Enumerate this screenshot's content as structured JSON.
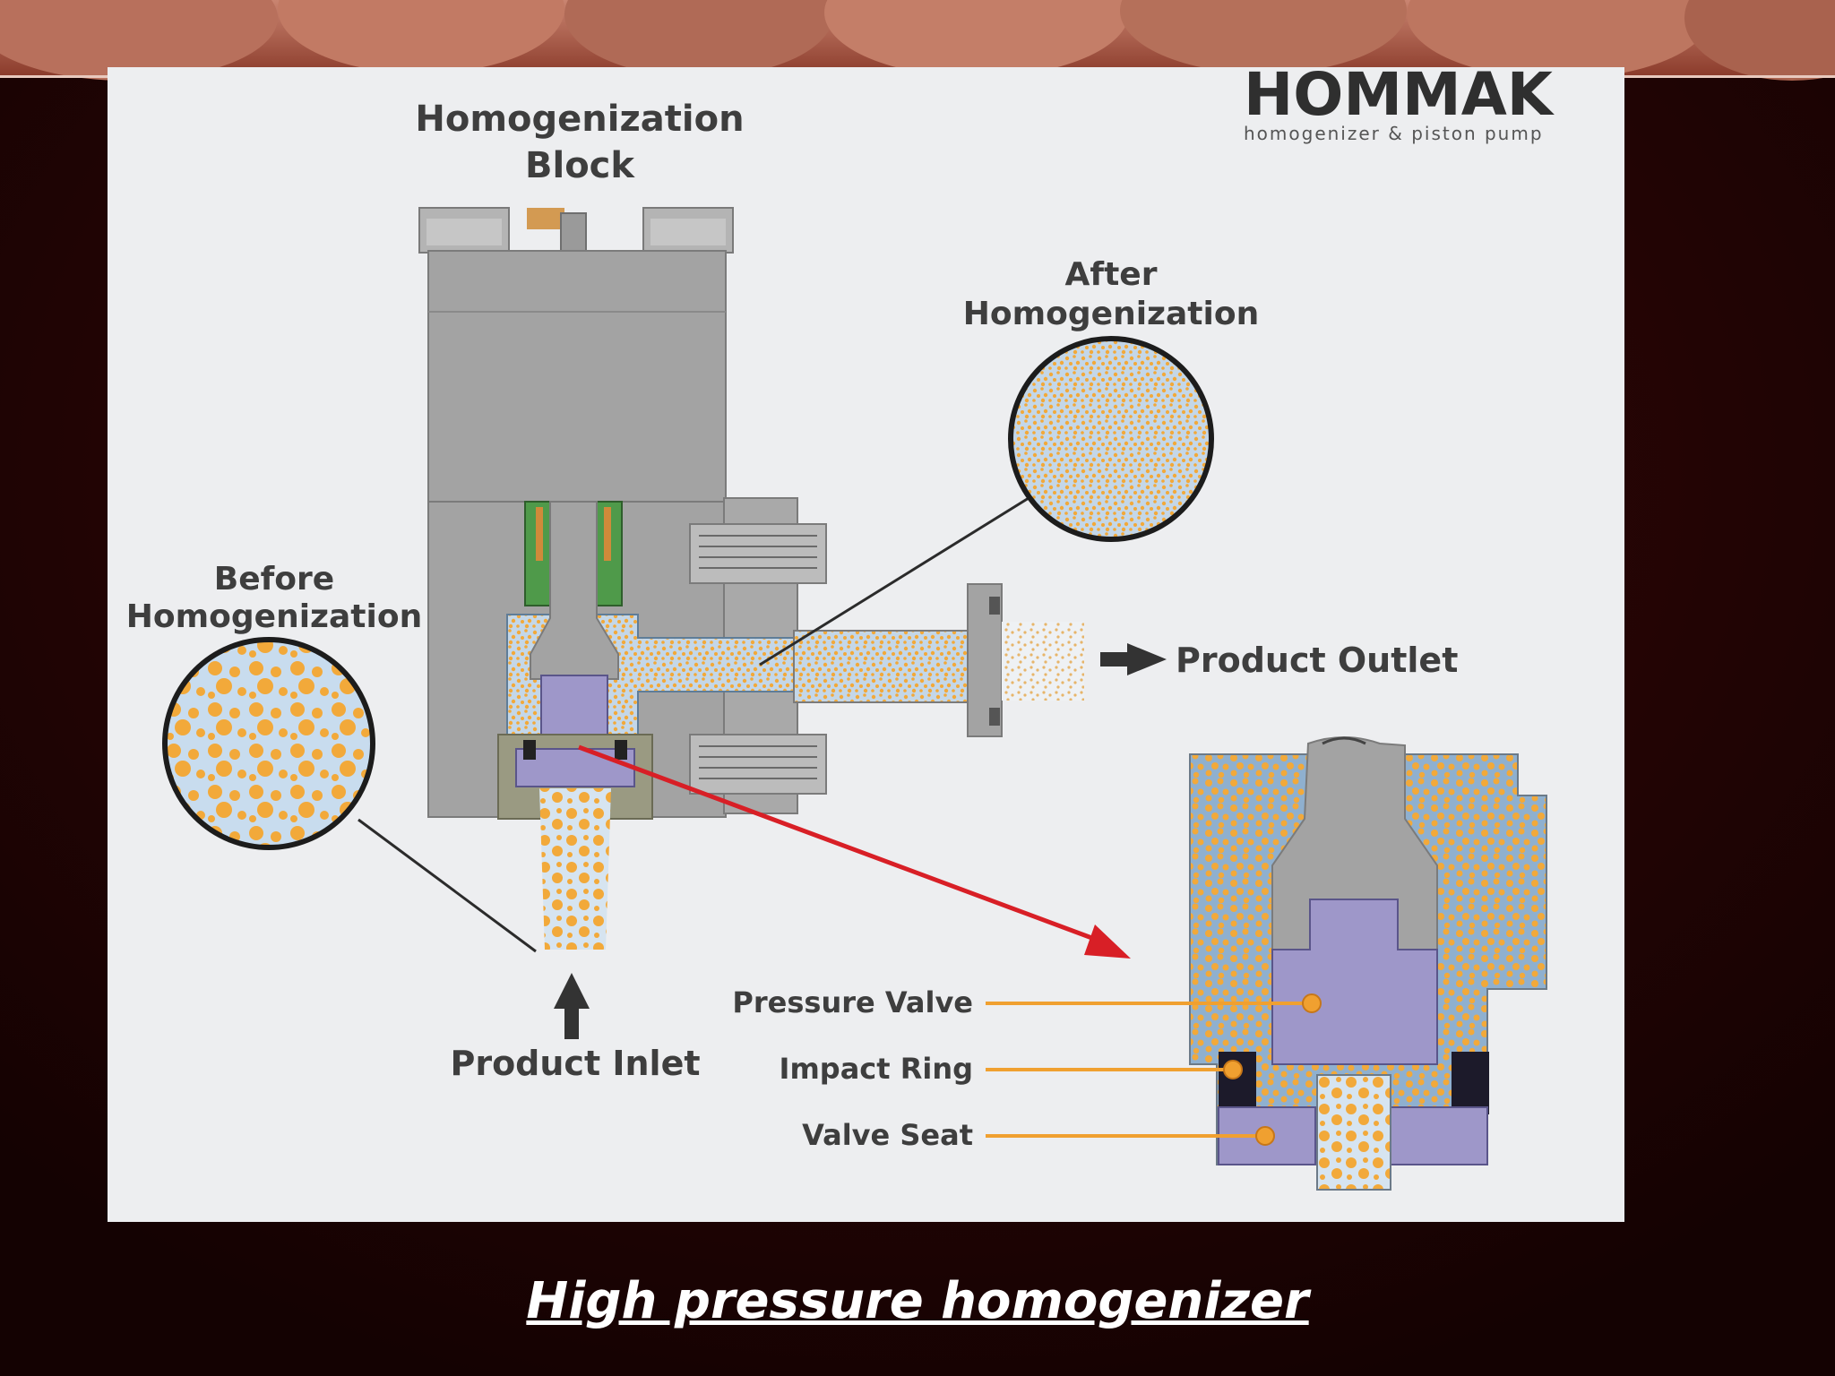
{
  "diagram": {
    "title_line1": "Homogenization",
    "title_line2": "Block",
    "after_line1": "After",
    "after_line2": "Homogenization",
    "before_line1": "Before",
    "before_line2": "Homogenization",
    "outlet": "Product Outlet",
    "inlet": "Product Inlet",
    "pressure_valve": "Pressure Valve",
    "impact_ring": "Impact Ring",
    "valve_seat": "Valve Seat"
  },
  "brand": {
    "name": "HOMMAK",
    "tagline": "homogenizer & piston pump"
  },
  "caption": "High pressure homogenizer",
  "colors": {
    "background": "#1a0404",
    "panel": "#edeef0",
    "metal": "#a3a3a3",
    "fluid": "#b9cfe2",
    "droplet": "#f2a93a",
    "valve": "#9e97c9",
    "seal": "#4f9a4a",
    "arrow": "#d81f26",
    "leader": "#f0a030"
  }
}
